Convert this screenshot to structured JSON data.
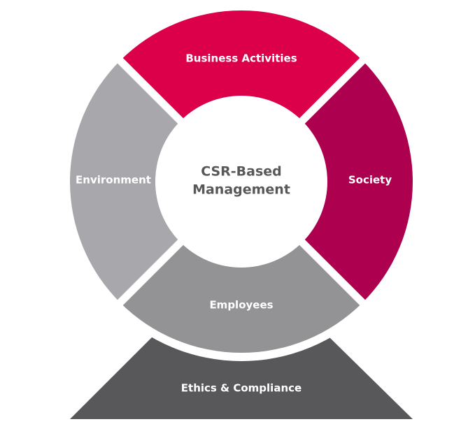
{
  "diagram": {
    "title": "CSR-Based Management",
    "center": {
      "line1": "CSR-Based",
      "line2": "Management",
      "text_color": "#58585a"
    },
    "segments": [
      {
        "id": "business-activities",
        "label": "Business Activities",
        "position": "top",
        "color": "#dc004b"
      },
      {
        "id": "society",
        "label": "Society",
        "position": "right",
        "color": "#ad004f"
      },
      {
        "id": "employees",
        "label": "Employees",
        "position": "bottom",
        "color": "#939395"
      },
      {
        "id": "environment",
        "label": "Environment",
        "position": "left",
        "color": "#a8a8ac"
      }
    ],
    "foundation": {
      "label": "Ethics & Compliance",
      "color": "#58585a"
    }
  }
}
